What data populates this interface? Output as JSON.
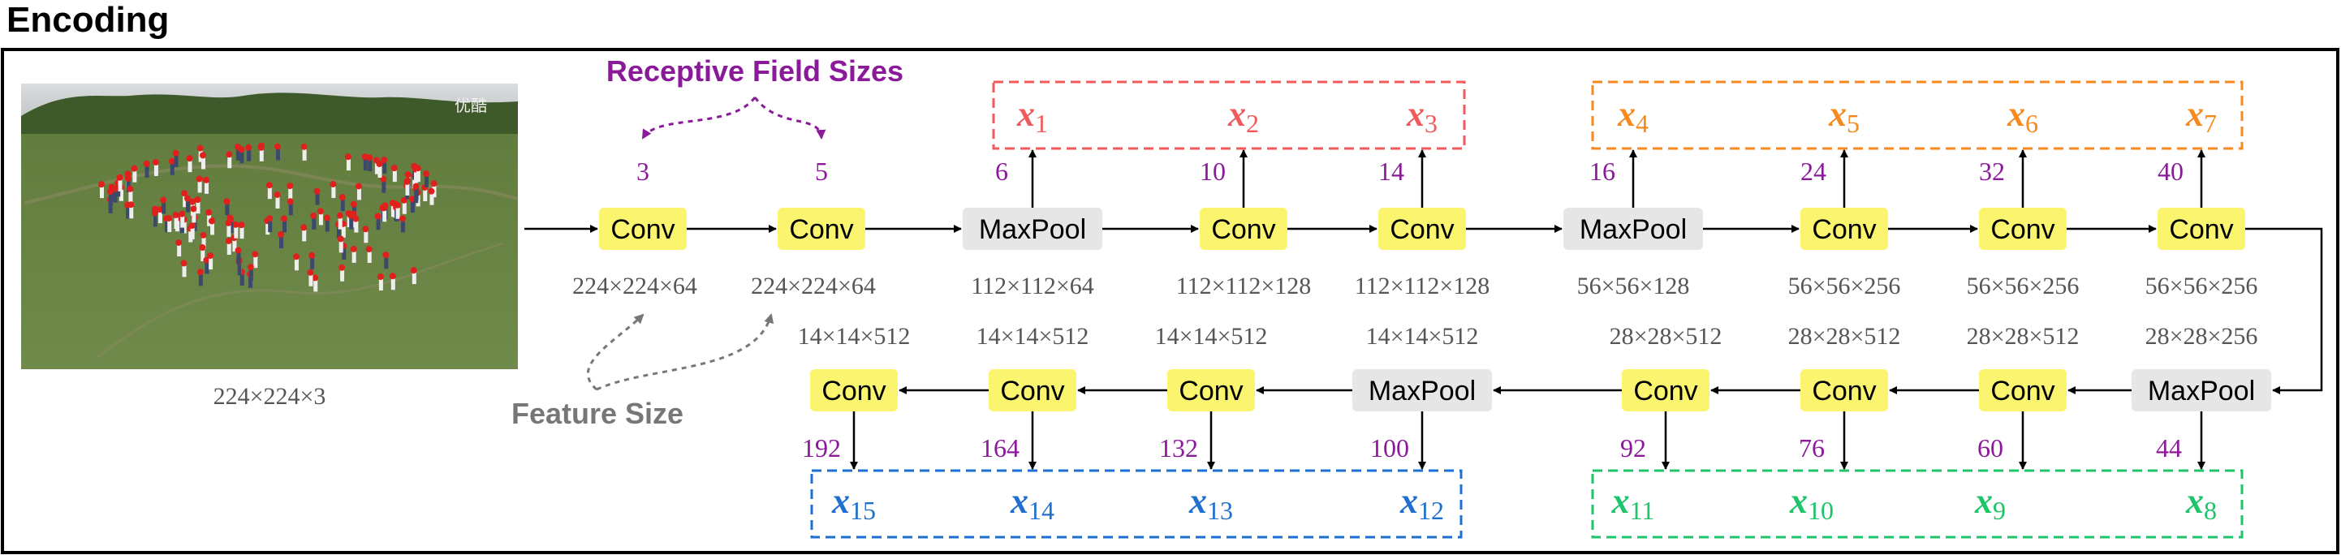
{
  "title": "Encoding",
  "image": {
    "caption": "224×224×3",
    "watermark": "优酷"
  },
  "annotations": {
    "receptive_field": "Receptive Field Sizes",
    "feature_size": "Feature Size"
  },
  "top_row": [
    {
      "id": "b1",
      "kind": "conv",
      "label": "Conv",
      "rf": "3",
      "size": "224×224×64"
    },
    {
      "id": "b2",
      "kind": "conv",
      "label": "Conv",
      "rf": "5",
      "size": "224×224×64"
    },
    {
      "id": "b3",
      "kind": "pool",
      "label": "MaxPool",
      "rf": "6",
      "size": "112×112×64"
    },
    {
      "id": "b4",
      "kind": "conv",
      "label": "Conv",
      "rf": "10",
      "size": "112×112×128"
    },
    {
      "id": "b5",
      "kind": "conv",
      "label": "Conv",
      "rf": "14",
      "size": "112×112×128"
    },
    {
      "id": "b6",
      "kind": "pool",
      "label": "MaxPool",
      "rf": "16",
      "size": "56×56×128"
    },
    {
      "id": "b7",
      "kind": "conv",
      "label": "Conv",
      "rf": "24",
      "size": "56×56×256"
    },
    {
      "id": "b8",
      "kind": "conv",
      "label": "Conv",
      "rf": "32",
      "size": "56×56×256"
    },
    {
      "id": "b9",
      "kind": "conv",
      "label": "Conv",
      "rf": "40",
      "size": "56×56×256"
    }
  ],
  "bottom_row": [
    {
      "id": "c1",
      "kind": "pool",
      "label": "MaxPool",
      "rf": "44",
      "size": "28×28×256"
    },
    {
      "id": "c2",
      "kind": "conv",
      "label": "Conv",
      "rf": "60",
      "size": "28×28×512"
    },
    {
      "id": "c3",
      "kind": "conv",
      "label": "Conv",
      "rf": "76",
      "size": "28×28×512"
    },
    {
      "id": "c4",
      "kind": "conv",
      "label": "Conv",
      "rf": "92",
      "size": "28×28×512"
    },
    {
      "id": "c5",
      "kind": "pool",
      "label": "MaxPool",
      "rf": "100",
      "size": "14×14×512"
    },
    {
      "id": "c6",
      "kind": "conv",
      "label": "Conv",
      "rf": "132",
      "size": "14×14×512"
    },
    {
      "id": "c7",
      "kind": "conv",
      "label": "Conv",
      "rf": "164",
      "size": "14×14×512"
    },
    {
      "id": "c8",
      "kind": "conv",
      "label": "Conv",
      "rf": "192",
      "size": "14×14×512"
    }
  ],
  "features": {
    "group_red": [
      {
        "sym": "x",
        "sub": "1"
      },
      {
        "sym": "x",
        "sub": "2"
      },
      {
        "sym": "x",
        "sub": "3"
      }
    ],
    "group_orange": [
      {
        "sym": "x",
        "sub": "4"
      },
      {
        "sym": "x",
        "sub": "5"
      },
      {
        "sym": "x",
        "sub": "6"
      },
      {
        "sym": "x",
        "sub": "7"
      }
    ],
    "group_green": [
      {
        "sym": "x",
        "sub": "11"
      },
      {
        "sym": "x",
        "sub": "10"
      },
      {
        "sym": "x",
        "sub": "9"
      },
      {
        "sym": "x",
        "sub": "8"
      }
    ],
    "group_blue": [
      {
        "sym": "x",
        "sub": "15"
      },
      {
        "sym": "x",
        "sub": "14"
      },
      {
        "sym": "x",
        "sub": "13"
      },
      {
        "sym": "x",
        "sub": "12"
      }
    ]
  },
  "colors": {
    "conv": "#fbf46e",
    "pool": "#e6e6e6",
    "rf_text": "#8b1a9b",
    "red": "#f15a5a",
    "orange": "#f7891f",
    "green": "#1fc46a",
    "blue": "#1f6fd0",
    "gray": "#777777"
  }
}
